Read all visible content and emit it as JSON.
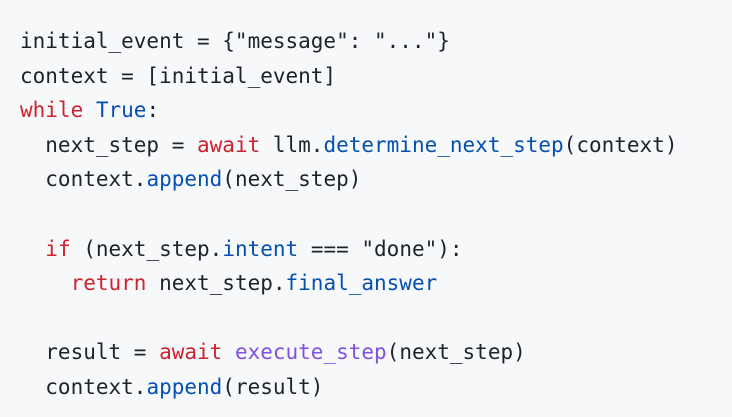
{
  "code": {
    "language": "python",
    "colors": {
      "text": "#1f2328",
      "keyword": "#cf222e",
      "constant_or_attribute": "#0550ae",
      "function": "#8250df",
      "background": "#f6f8fa"
    },
    "lines": [
      [
        {
          "t": "initial_event = {\"message\": \"...\"}",
          "c": ""
        }
      ],
      [
        {
          "t": "context = [initial_event]",
          "c": ""
        }
      ],
      [
        {
          "t": "while",
          "c": "kw"
        },
        {
          "t": " ",
          "c": ""
        },
        {
          "t": "True",
          "c": "con"
        },
        {
          "t": ":",
          "c": ""
        }
      ],
      [
        {
          "t": "  next_step = ",
          "c": ""
        },
        {
          "t": "await",
          "c": "kw"
        },
        {
          "t": " llm.",
          "c": ""
        },
        {
          "t": "determine_next_step",
          "c": "con"
        },
        {
          "t": "(context)",
          "c": ""
        }
      ],
      [
        {
          "t": "  context.",
          "c": ""
        },
        {
          "t": "append",
          "c": "con"
        },
        {
          "t": "(next_step)",
          "c": ""
        }
      ],
      [],
      [
        {
          "t": "  ",
          "c": ""
        },
        {
          "t": "if",
          "c": "kw"
        },
        {
          "t": " (next_step.",
          "c": ""
        },
        {
          "t": "intent",
          "c": "con"
        },
        {
          "t": " === \"done\"):",
          "c": ""
        }
      ],
      [
        {
          "t": "    ",
          "c": ""
        },
        {
          "t": "return",
          "c": "kw"
        },
        {
          "t": " next_step.",
          "c": ""
        },
        {
          "t": "final_answer",
          "c": "con"
        }
      ],
      [],
      [
        {
          "t": "  result = ",
          "c": ""
        },
        {
          "t": "await",
          "c": "kw"
        },
        {
          "t": " ",
          "c": ""
        },
        {
          "t": "execute_step",
          "c": "fn"
        },
        {
          "t": "(next_step)",
          "c": ""
        }
      ],
      [
        {
          "t": "  context.",
          "c": ""
        },
        {
          "t": "append",
          "c": "con"
        },
        {
          "t": "(result)",
          "c": ""
        }
      ]
    ]
  }
}
